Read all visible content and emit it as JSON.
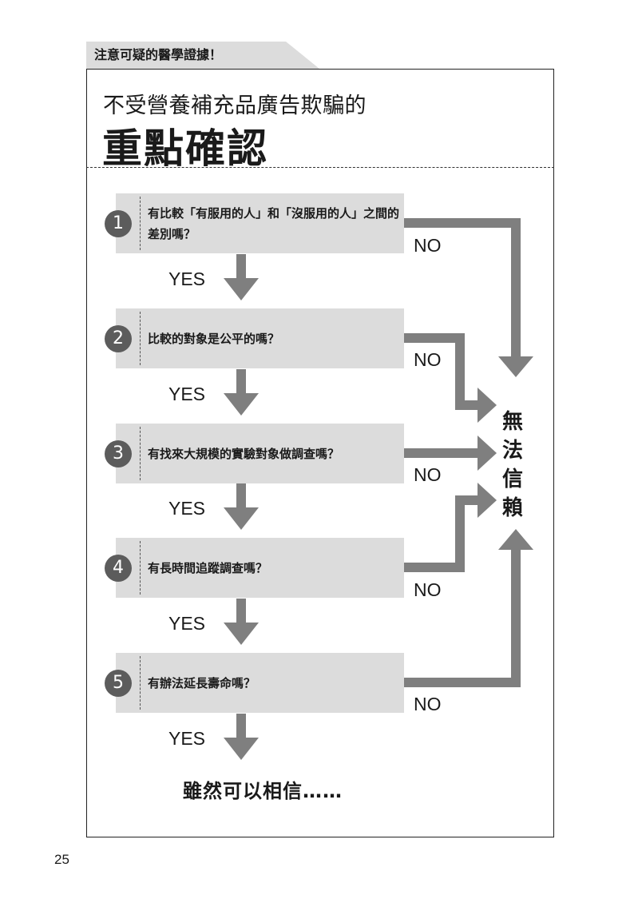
{
  "header": {
    "tab_label": "注意可疑的醫學證據！",
    "subtitle": "不受營養補充品廣告欺騙的",
    "title": "重點確認"
  },
  "questions": [
    {
      "number": "1",
      "text": "有比較「有服用的人」和「沒服用的人」之間的差別嗎？"
    },
    {
      "number": "2",
      "text": "比較的對象是公平的嗎？"
    },
    {
      "number": "3",
      "text": "有找來大規模的實驗對象做調查嗎？"
    },
    {
      "number": "4",
      "text": "有長時間追蹤調查嗎？"
    },
    {
      "number": "5",
      "text": "有辦法延長壽命嗎？"
    }
  ],
  "labels": {
    "yes": "YES",
    "no": "NO"
  },
  "result_no": "無法信賴",
  "result_yes": "雖然可以相信……",
  "page_number": "25",
  "colors": {
    "arrow": "#7f7f7f",
    "box": "#dcdcdc",
    "badge": "#5c5c5c"
  }
}
